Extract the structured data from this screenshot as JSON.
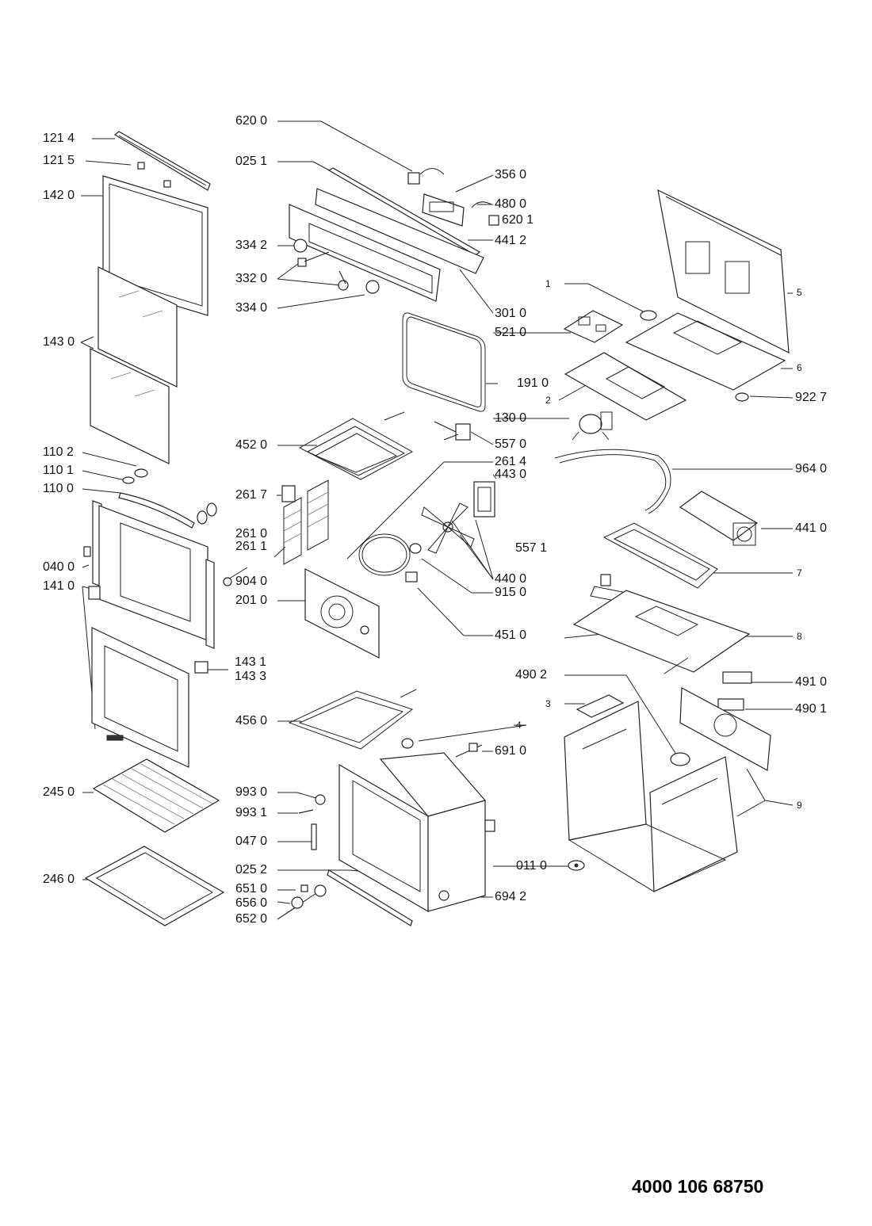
{
  "labels": {
    "l1214": "121 4",
    "l1215": "121 5",
    "l1420": "142 0",
    "l1430": "143 0",
    "l1102": "110 2",
    "l1101": "110 1",
    "l1100": "110 0",
    "l0400": "040 0",
    "l1410": "141 0",
    "l2450": "245 0",
    "l2460": "246 0",
    "l6200": "620 0",
    "l0251": "025 1",
    "l3342": "334 2",
    "l3320": "332 0",
    "l3340": "334 0",
    "l4520": "452 0",
    "l2617": "261 7",
    "l2610": "261 0",
    "l2611": "261 1",
    "l9040": "904 0",
    "l2010": "201 0",
    "l1431": "143 1",
    "l1433": "143 3",
    "l4560": "456 0",
    "l9930": "993 0",
    "l9931": "993 1",
    "l0470": "047 0",
    "l0252": "025 2",
    "l6510": "651 0",
    "l6560": "656 0",
    "l6520": "652 0",
    "l3560": "356 0",
    "l4800": "480 0",
    "l6201": "620 1",
    "l4412": "441 2",
    "l3010": "301 0",
    "l5210": "521 0",
    "l1910": "191 0",
    "l1300": "130 0",
    "l5570": "557 0",
    "l2614": "261 4",
    "l4430": "443 0",
    "l4400": "440 0",
    "l9150": "915 0",
    "l4510": "451 0",
    "l5571": "557 1",
    "l4902": "490 2",
    "l6910": "691 0",
    "l0110": "011 0",
    "l6942": "694 2",
    "n1": "1",
    "n2": "2",
    "n3": "3",
    "n4": "4",
    "n5": "5",
    "n6": "6",
    "n7": "7",
    "n8": "8",
    "n9": "9",
    "l9227": "922 7",
    "l9640": "964 0",
    "l4410": "441 0",
    "l4910": "491 0",
    "l4901": "490 1"
  },
  "document_number": "4000 106 68750"
}
